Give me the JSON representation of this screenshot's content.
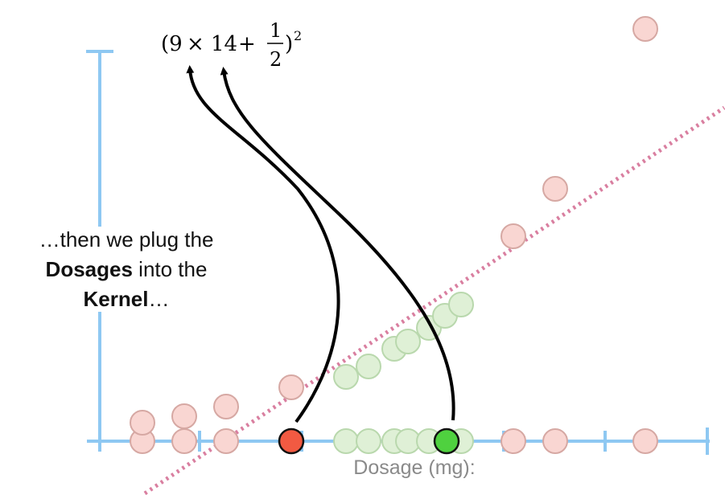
{
  "caption": {
    "line1": "…then we plug the",
    "line2_bold": "Dosages",
    "line2_rest": " into the",
    "line3_bold": "Kernel",
    "line3_rest": "…"
  },
  "axis": {
    "xlabel": "Dosage (mg):"
  },
  "formula": {
    "open": "(9",
    "times": "×",
    "num": "14",
    "plus": "+",
    "frac_num": "1",
    "frac_den": "2",
    "close": ")",
    "exponent": "2"
  },
  "colors": {
    "axis": "#8ec8f2",
    "red_point": "#f25a42",
    "green_point": "#4fd13f",
    "faded_red": "#f9d6d2",
    "faded_green": "#dff0d6",
    "dotted_line": "#d97fa0",
    "arrow": "#000000"
  }
}
